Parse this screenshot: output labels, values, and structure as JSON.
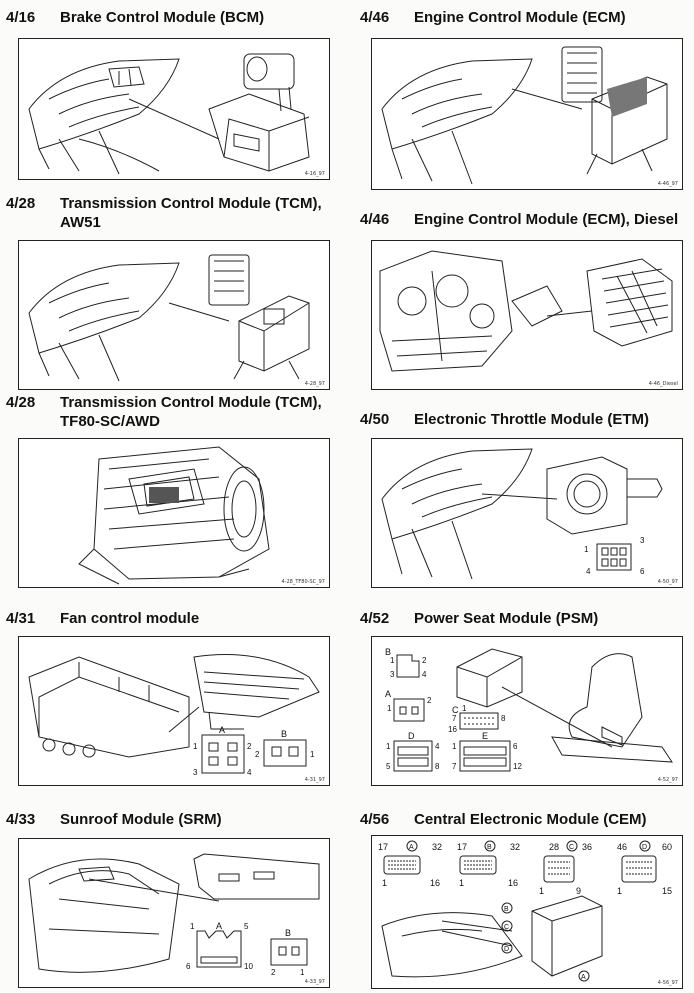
{
  "modules": [
    {
      "num": "4/16",
      "title": "Brake Control Module (BCM)",
      "code": "4-16_97"
    },
    {
      "num": "4/46",
      "title": "Engine Control Module (ECM)",
      "code": "4-46_97"
    },
    {
      "num": "4/28",
      "title": "Transmission Control Module (TCM),",
      "title2": "AW51",
      "code": "4-28_97"
    },
    {
      "num": "4/46",
      "title": "Engine Control Module (ECM), Diesel",
      "code": "4-46_Diesel"
    },
    {
      "num": "4/28",
      "title": "Transmission Control Module (TCM),",
      "title2": "TF80-SC/AWD",
      "code": "4-28_TF80-SC_97"
    },
    {
      "num": "4/50",
      "title": "Electronic Throttle Module (ETM)",
      "code": "4-50_97"
    },
    {
      "num": "4/31",
      "title": "Fan control module",
      "code": "4-31_97"
    },
    {
      "num": "4/52",
      "title": "Power Seat Module (PSM)",
      "code": "4-52_97"
    },
    {
      "num": "4/33",
      "title": "Sunroof Module (SRM)",
      "code": "4-33_97"
    },
    {
      "num": "4/56",
      "title": "Central Electronic Module (CEM)",
      "code": "4-56_97"
    }
  ],
  "connectors": {
    "etm": {
      "p1": "1",
      "p3": "3",
      "p4": "4",
      "p6": "6"
    },
    "fan": {
      "a": "A",
      "b": "B",
      "a1": "1",
      "a2": "2",
      "a3": "3",
      "a4": "4",
      "b2": "2",
      "b1": "1"
    },
    "psm": {
      "b": "B",
      "b1": "1",
      "b2": "2",
      "b3": "3",
      "b4": "4",
      "a": "A",
      "a1": "1",
      "a2": "2",
      "c": "C",
      "c1": "1",
      "c7": "7",
      "c8": "8",
      "c16": "16",
      "d": "D",
      "d1": "1",
      "d4": "4",
      "d5": "5",
      "d8": "8",
      "e": "E",
      "e1": "1",
      "e6": "6",
      "e7": "7",
      "e12": "12"
    },
    "srm": {
      "a": "A",
      "a1": "1",
      "a5": "5",
      "a6": "6",
      "a10": "10",
      "b": "B",
      "b2": "2",
      "b1": "1"
    },
    "cem": {
      "a": "A",
      "a17": "17",
      "a32": "32",
      "a1": "1",
      "a16": "16",
      "b": "B",
      "b17": "17",
      "b32": "32",
      "b1": "1",
      "b16": "16",
      "c": "C",
      "c28": "28",
      "c36": "36",
      "c1": "1",
      "c9": "9",
      "d": "D",
      "d46": "46",
      "d60": "60",
      "d1": "1",
      "d15": "15"
    }
  }
}
